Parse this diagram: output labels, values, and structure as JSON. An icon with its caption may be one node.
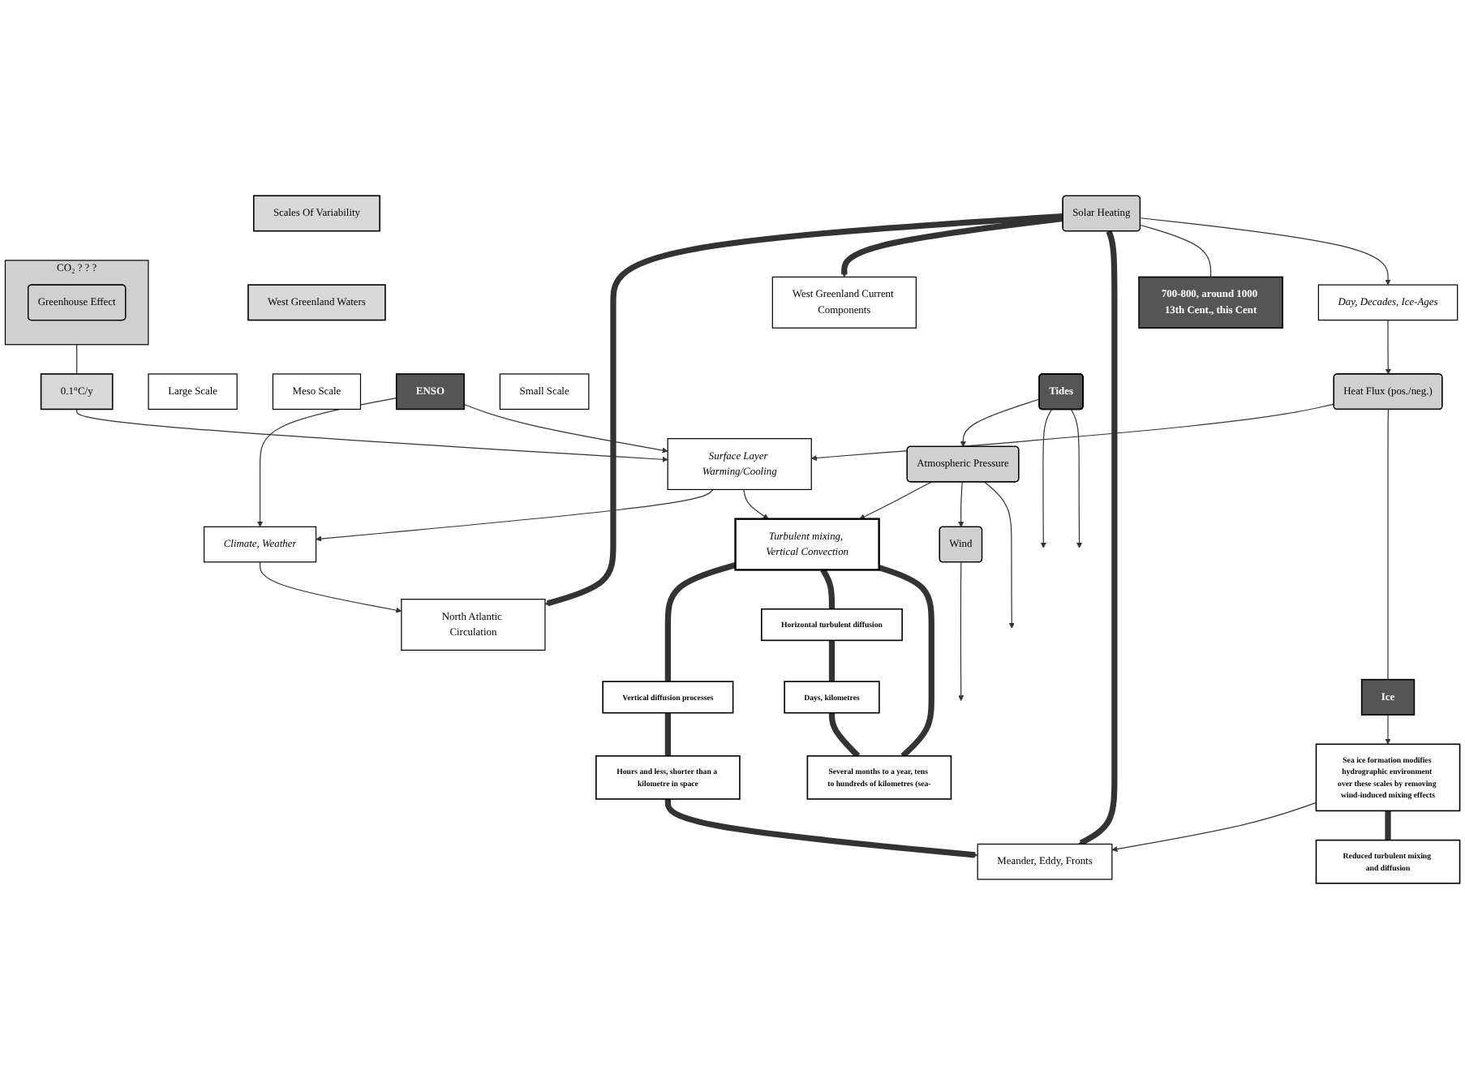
{
  "diagram": {
    "nodes": [
      {
        "text": [
          "Scales Of Variability"
        ]
      },
      {
        "text": [
          "West Greenland Waters"
        ]
      },
      {
        "text": [
          "Large Scale"
        ]
      },
      {
        "text": [
          "Meso Scale"
        ]
      },
      {
        "text": [
          "Small Scale"
        ]
      },
      {
        "text": [
          "North Atlantic Circulation"
        ]
      },
      {
        "text": [
          "West Greenland Current Components"
        ]
      },
      {
        "text": [
          "Meander, Eddy, Fronts"
        ]
      },
      {
        "text": [
          "Solar Heating"
        ]
      },
      {
        "text": [
          "700-800, around 1000 13th Cent., this Cent"
        ]
      },
      {
        "text": [
          "Climate, Weather"
        ]
      },
      {
        "text": [
          "Day, Decades, Ice-Ages"
        ]
      },
      {
        "text": [
          "ENSO"
        ]
      },
      {
        "text": [
          "Heat Flux (pos./neg.)"
        ]
      },
      {
        "text": [
          "Ice"
        ]
      },
      {
        "text": [
          "Surface Layer Warming/Cooling"
        ]
      },
      {
        "text": [
          "Sea ice formation modifies hydrographic environment over these scales by removing wind-induced mixing effects"
        ]
      },
      {
        "text": [
          "Turbulent mixing, Vertical Convection"
        ]
      },
      {
        "text": [
          "Reduced turbulent mixing and diffusion"
        ]
      },
      {
        "text": [
          "0.1°C/y"
        ]
      },
      {
        "text": [
          "Atmospheric Pressure"
        ]
      },
      {
        "text": [
          "Wind"
        ]
      },
      {
        "text": [
          "Vertical diffusion processes"
        ]
      },
      {
        "text": [
          "Hours and less, shorter than a kilometre in space"
        ]
      },
      {
        "text": [
          "Tides"
        ]
      },
      {
        "text": [
          "CO₂",
          "? ? ?"
        ]
      },
      {
        "text": [
          "Greenhouse Effect"
        ],
        "in": 25
      },
      {
        "text": [
          "Horizontal turbulent diffusion"
        ]
      },
      {
        "text": [
          "Days, kilometres"
        ]
      },
      {
        "text": [
          "Several months to a year, tens to hundreds of kilometres (sea-"
        ]
      }
    ],
    "edges": [
      {
        "from": 8,
        "to": 5,
        "arrow": "to",
        "style": "thick"
      },
      {
        "from": 8,
        "to": 6,
        "arrow": "to",
        "style": "thick"
      },
      {
        "from": 8,
        "to": 7,
        "arrow": "to",
        "style": "thick"
      },
      {
        "from": 10,
        "to": 5,
        "arrow": "to"
      },
      {
        "from": 8,
        "to": 9,
        "arrow": "none"
      },
      {
        "from": 8,
        "to": 11,
        "arrow": "to"
      },
      {
        "from": 11,
        "to": 13,
        "arrow": "to"
      },
      {
        "from": 12,
        "to": 10,
        "arrow": "to"
      },
      {
        "from": 12,
        "to": 15,
        "arrow": "to"
      },
      {
        "from": 15,
        "to": 10,
        "arrow": "to"
      },
      {
        "from": 13,
        "to": 15,
        "arrow": "to"
      },
      {
        "from": 13,
        "to": 14,
        "arrow": "none"
      },
      {
        "from": 14,
        "to": 16,
        "arrow": "to"
      },
      {
        "from": 16,
        "to": 7,
        "arrow": "to"
      },
      {
        "from": 25,
        "to": 19,
        "arrow": "none"
      },
      {
        "from": 19,
        "to": 15,
        "arrow": "to"
      },
      {
        "from": 15,
        "to": 17,
        "arrow": "to"
      },
      {
        "from": 20,
        "to": 17,
        "arrow": "to"
      },
      {
        "from": 20,
        "to": 21,
        "arrow": "to"
      },
      {
        "from": 20,
        "to": null,
        "arrow": "to"
      },
      {
        "from": 21,
        "to": null,
        "arrow": "to"
      },
      {
        "from": 24,
        "to": 20,
        "arrow": "to"
      },
      {
        "from": 24,
        "to": null,
        "arrow": "to"
      },
      {
        "from": 24,
        "to": null,
        "arrow": "to"
      },
      {
        "from": 16,
        "to": 18,
        "arrow": "none",
        "style": "thick"
      },
      {
        "from": 17,
        "to": 22,
        "arrow": "none",
        "style": "thick"
      },
      {
        "from": 22,
        "to": 23,
        "arrow": "none",
        "style": "thick"
      },
      {
        "from": 23,
        "to": 7,
        "arrow": "to",
        "style": "thick"
      },
      {
        "from": 17,
        "to": 27,
        "arrow": "none",
        "style": "thick"
      },
      {
        "from": 27,
        "to": 28,
        "arrow": "none",
        "style": "thick"
      },
      {
        "from": 28,
        "to": 29,
        "arrow": "none",
        "style": "thick"
      },
      {
        "from": 17,
        "to": 29,
        "arrow": "none",
        "style": "thick"
      }
    ]
  }
}
